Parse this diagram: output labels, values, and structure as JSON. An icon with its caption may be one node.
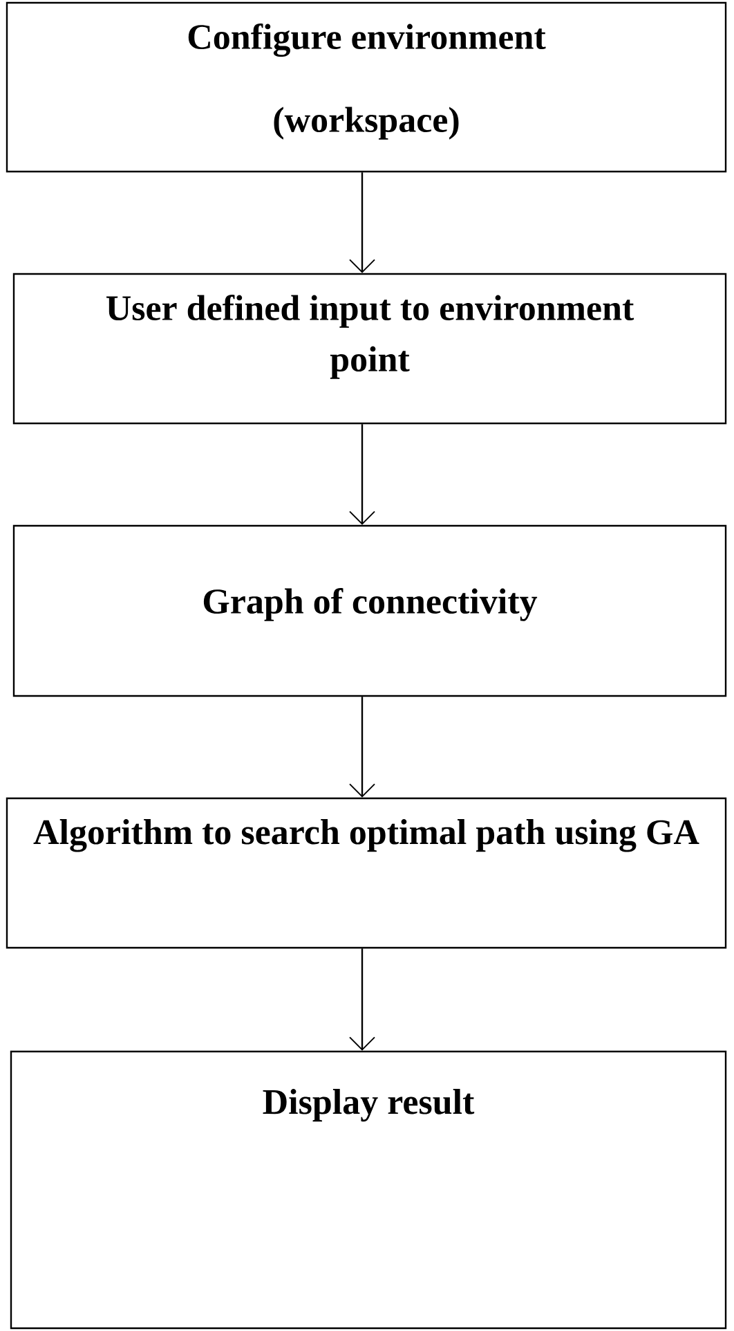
{
  "diagram": {
    "nodes": [
      {
        "text": [
          "Configure environment (workspace)"
        ]
      },
      {
        "text": [
          "User defined input to environment point"
        ]
      },
      {
        "text": [
          "Graph of connectivity"
        ]
      },
      {
        "text": [
          "Algorithm to search optimal path using GA"
        ]
      },
      {
        "text": [
          "Display result"
        ]
      }
    ],
    "edges": [
      {
        "from": 0,
        "to": 1,
        "arrow": "to"
      },
      {
        "from": 1,
        "to": 2,
        "arrow": "to"
      },
      {
        "from": 2,
        "to": 3,
        "arrow": "to"
      },
      {
        "from": 3,
        "to": 4,
        "arrow": "to"
      }
    ]
  }
}
